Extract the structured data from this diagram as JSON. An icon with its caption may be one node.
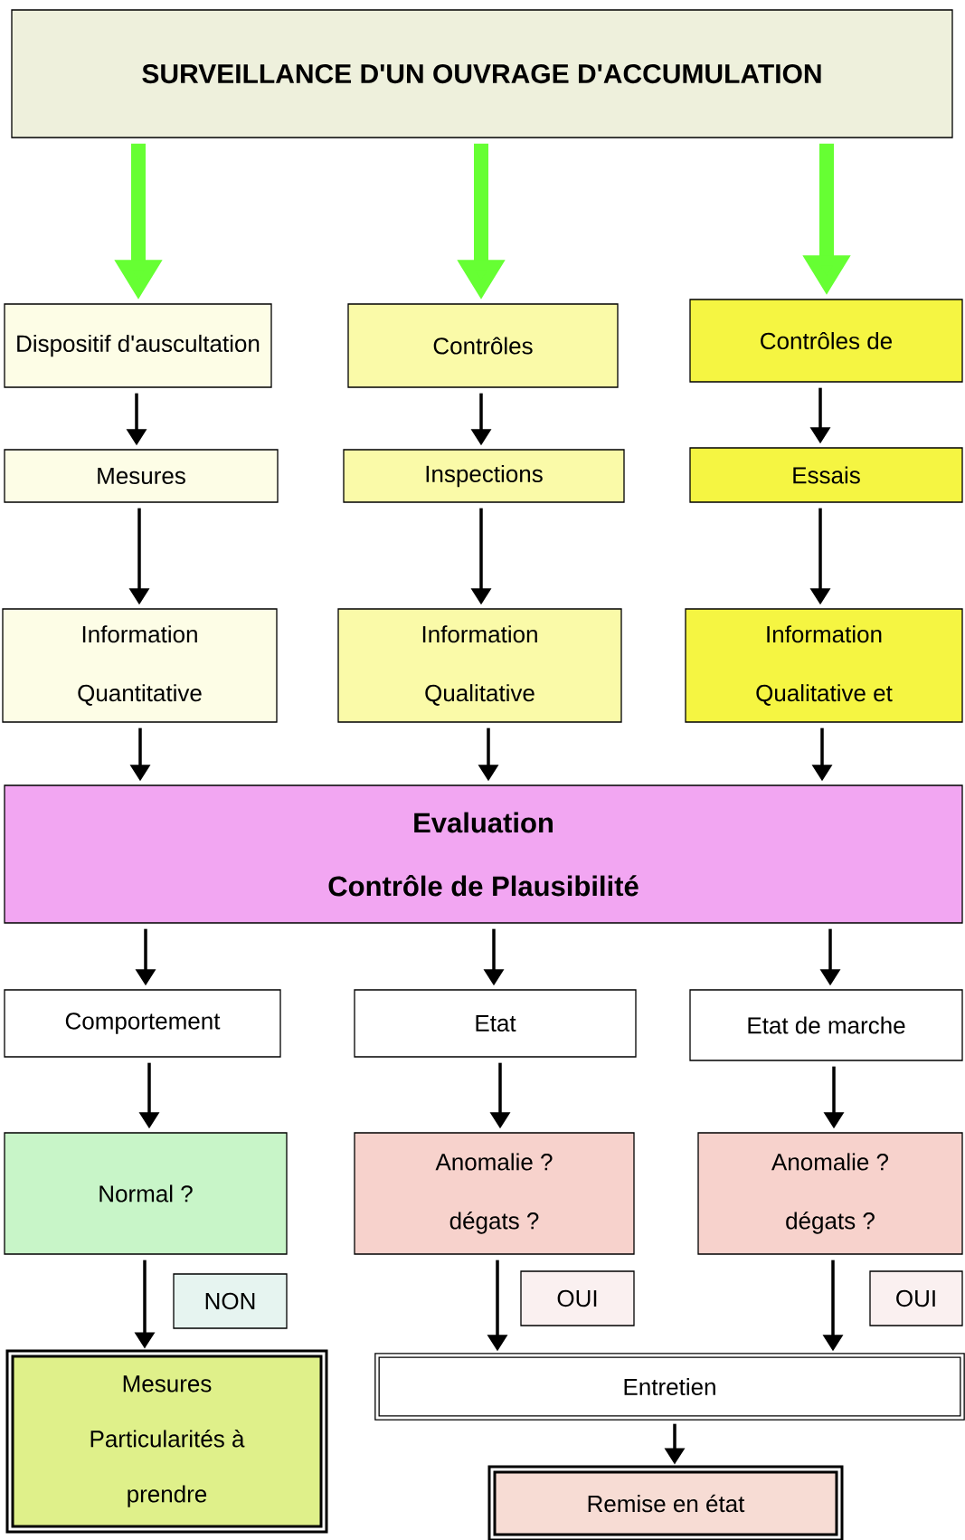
{
  "diagram": {
    "nodes": [
      {
        "text": [
          "SURVEILLANCE D'UN  OUVRAGE D'ACCUMULATION"
        ]
      },
      {
        "text": [
          "Dispositif d'auscultation"
        ]
      },
      {
        "text": [
          "Contrôles"
        ]
      },
      {
        "text": [
          "Contrôles de"
        ]
      },
      {
        "text": [
          "Mesures"
        ]
      },
      {
        "text": [
          "Inspections"
        ]
      },
      {
        "text": [
          "Essais"
        ]
      },
      {
        "text": [
          "Information",
          "Quantitative"
        ]
      },
      {
        "text": [
          "Information",
          "Qualitative"
        ]
      },
      {
        "text": [
          "Information",
          "Qualitative et"
        ]
      },
      {
        "text": [
          "Evaluation",
          "Contrôle de Plausibilité"
        ]
      },
      {
        "text": [
          "Comportement"
        ]
      },
      {
        "text": [
          "Etat"
        ]
      },
      {
        "text": [
          "Etat de marche"
        ]
      },
      {
        "text": [
          "Normal ?"
        ]
      },
      {
        "text": [
          "Anomalie ?",
          "dégats ?"
        ]
      },
      {
        "text": [
          "Anomalie ?",
          "dégats ?"
        ]
      },
      {
        "text": [
          "NON"
        ]
      },
      {
        "text": [
          "OUI"
        ]
      },
      {
        "text": [
          "OUI"
        ]
      },
      {
        "text": [
          "Mesures",
          "Particularités  à",
          "prendre"
        ]
      },
      {
        "text": [
          "Entretien"
        ]
      },
      {
        "text": [
          "Remise en état"
        ]
      }
    ],
    "edges": [
      {
        "from": 0,
        "to": 1,
        "arrow": "to",
        "style": "thick",
        "color": "#66ff33"
      },
      {
        "from": 0,
        "to": 2,
        "arrow": "to",
        "style": "thick",
        "color": "#66ff33"
      },
      {
        "from": 0,
        "to": 3,
        "arrow": "to",
        "style": "thick",
        "color": "#66ff33"
      },
      {
        "from": 1,
        "to": 4,
        "arrow": "to"
      },
      {
        "from": 2,
        "to": 5,
        "arrow": "to"
      },
      {
        "from": 3,
        "to": 6,
        "arrow": "to"
      },
      {
        "from": 4,
        "to": 7,
        "arrow": "to"
      },
      {
        "from": 5,
        "to": 8,
        "arrow": "to"
      },
      {
        "from": 6,
        "to": 9,
        "arrow": "to"
      },
      {
        "from": 7,
        "to": 10,
        "arrow": "to"
      },
      {
        "from": 8,
        "to": 10,
        "arrow": "to"
      },
      {
        "from": 9,
        "to": 10,
        "arrow": "to"
      },
      {
        "from": 10,
        "to": 11,
        "arrow": "to"
      },
      {
        "from": 10,
        "to": 12,
        "arrow": "to"
      },
      {
        "from": 10,
        "to": 13,
        "arrow": "to"
      },
      {
        "from": 11,
        "to": 14,
        "arrow": "to"
      },
      {
        "from": 12,
        "to": 15,
        "arrow": "to"
      },
      {
        "from": 13,
        "to": 16,
        "arrow": "to"
      },
      {
        "from": 14,
        "to": 20,
        "arrow": "to"
      },
      {
        "from": 15,
        "to": 21,
        "arrow": "to"
      },
      {
        "from": 16,
        "to": 21,
        "arrow": "to"
      },
      {
        "from": 21,
        "to": 22,
        "arrow": "to"
      }
    ]
  }
}
